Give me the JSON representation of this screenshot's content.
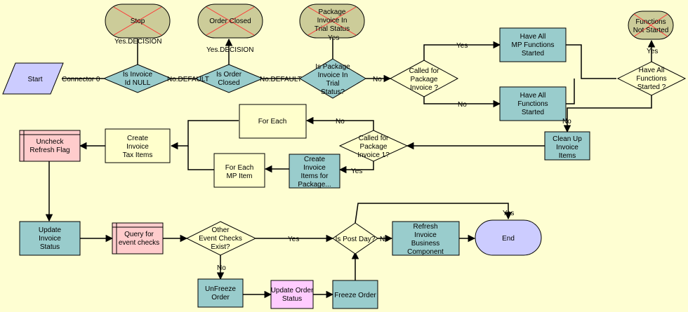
{
  "nodes": {
    "stop": "Stop",
    "order_closed": "Order Closed",
    "pkg_trial_status": "Package|Invoice In|Trial Status",
    "functions_not_started": "Functions|Not Started",
    "start": "Start",
    "is_invoice_null": "Is Invoice|Id NULL",
    "is_order_closed": "Is Order|Closed",
    "is_pkg_trial": "Is Package|Invoice In|Trial|Status?",
    "called_for_pkg": "Called for|Package|Invoice ?",
    "have_all_mp": "Have All|MP Functions|Started",
    "have_all_functions": "Have All|Functions|Started",
    "have_all_functions_q": "Have All|Functions|Started ?",
    "for_each": "For Each",
    "called_for_pkg_1": "Called for|Package|Invoice 1?",
    "clean_up": "Clean Up|Invoice|Items",
    "uncheck_refresh": "Uncheck|Refresh Flag",
    "create_tax_items": "Create|Invoice|Tax Items",
    "for_each_mp": "For Each|MP Item",
    "create_items_pkg": "Create|Invoice|Items for|Package...",
    "update_invoice_status": "Update|Invoice|Status",
    "query_event_checks": "Query for|event checks",
    "other_event_checks": "Other|Event Checks|Exist?",
    "is_post_day": "Is Post Day?",
    "refresh_invoice": "Refresh|Invoice|Business|Component",
    "end": "End",
    "unfreeze_order": "UnFreeze|Order",
    "update_order_status": "Update Order|Status",
    "freeze_order": "Freeze Order"
  },
  "edge_labels": {
    "connector0": "Connector 0",
    "yes_decision_1": "Yes.DECISION",
    "no_default_1": "No.DEFAULT",
    "yes_decision_2": "Yes.DECISION",
    "no_default_2": "No.DEFAULT",
    "yes_pkg": "Yes",
    "no_pkg": "No",
    "yes_mp": "Yes",
    "no_mp": "No",
    "yes_funcs": "Yes",
    "no_clean": "No",
    "no_for_each": "No",
    "yes_create": "Yes",
    "yes_other": "Yes",
    "no_other": "No",
    "no_post": "No",
    "yes_post": "Yes"
  },
  "colors": {
    "background": "#fefed2",
    "stop_fill": "#cccc99",
    "start_fill": "#ccccff",
    "decision_fill": "#99cccc",
    "task_fill": "#99cccc",
    "subprocess_fill": "#ffffcc",
    "rose_fill": "#ffcccc",
    "pink_fill": "#ffccff",
    "end_fill": "#ccccff",
    "stop_cross": "#ff3333"
  }
}
